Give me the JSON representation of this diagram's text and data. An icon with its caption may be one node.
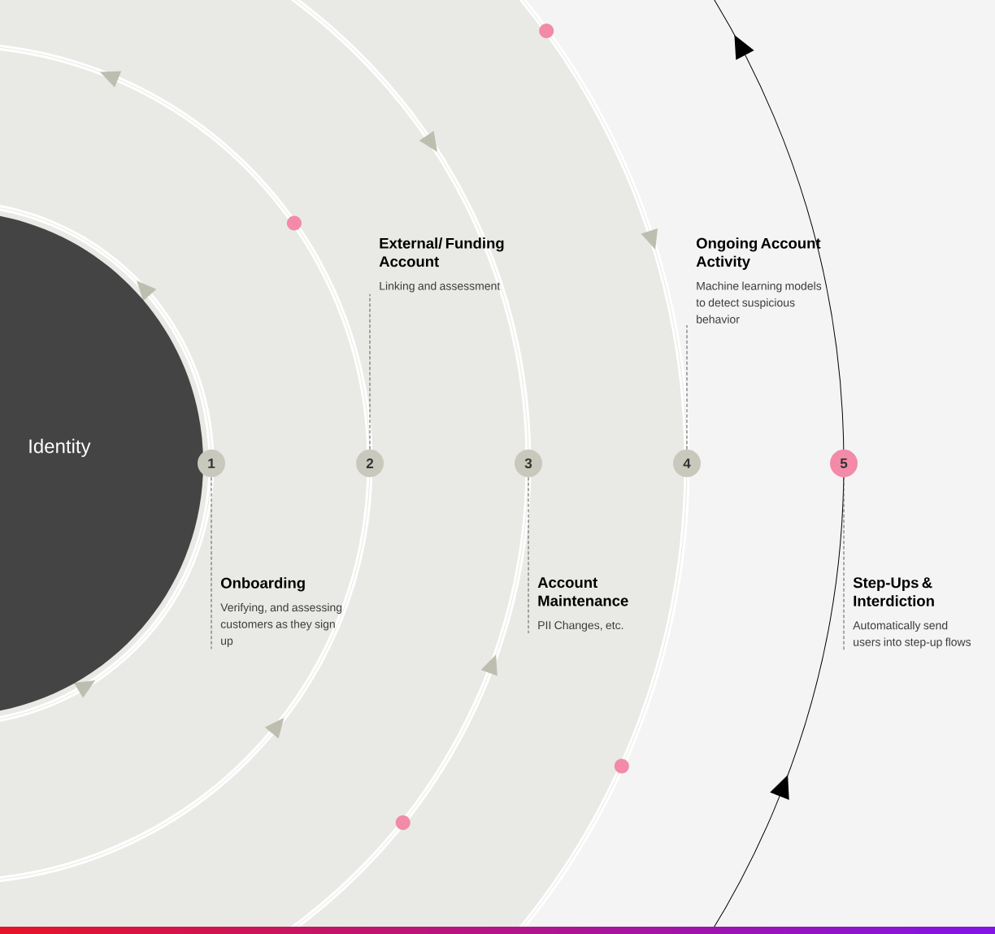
{
  "diagram": {
    "nodes": [
      {
        "text": [
          "Identity"
        ]
      },
      {
        "text": [
          "1"
        ]
      },
      {
        "text": [
          "2"
        ]
      },
      {
        "text": [
          "3"
        ]
      },
      {
        "text": [
          "4"
        ]
      },
      {
        "text": [
          "5"
        ]
      },
      {
        "text": [
          "External/ Funding Account",
          "Linking and assessment"
        ]
      },
      {
        "text": [
          "Ongoing Account Activity",
          "Machine learning models to detect suspicious behavior"
        ]
      },
      {
        "text": [
          "Onboarding",
          "Verifying, and assessing customers as they sign up"
        ]
      },
      {
        "text": [
          "Account Maintenance",
          "PII Changes, etc."
        ]
      },
      {
        "text": [
          "Step-Ups & Interdiction",
          "Automatically send users into step-up flows"
        ]
      }
    ],
    "edges": [
      {
        "from": 6,
        "to": 2,
        "arrow": "none",
        "style": "dashed"
      },
      {
        "from": 7,
        "to": 4,
        "arrow": "none",
        "style": "dashed"
      },
      {
        "from": 8,
        "to": 1,
        "arrow": "none",
        "style": "dashed"
      },
      {
        "from": 9,
        "to": 3,
        "arrow": "none",
        "style": "dashed"
      },
      {
        "from": 10,
        "to": 5,
        "arrow": "none",
        "style": "dashed"
      }
    ]
  }
}
